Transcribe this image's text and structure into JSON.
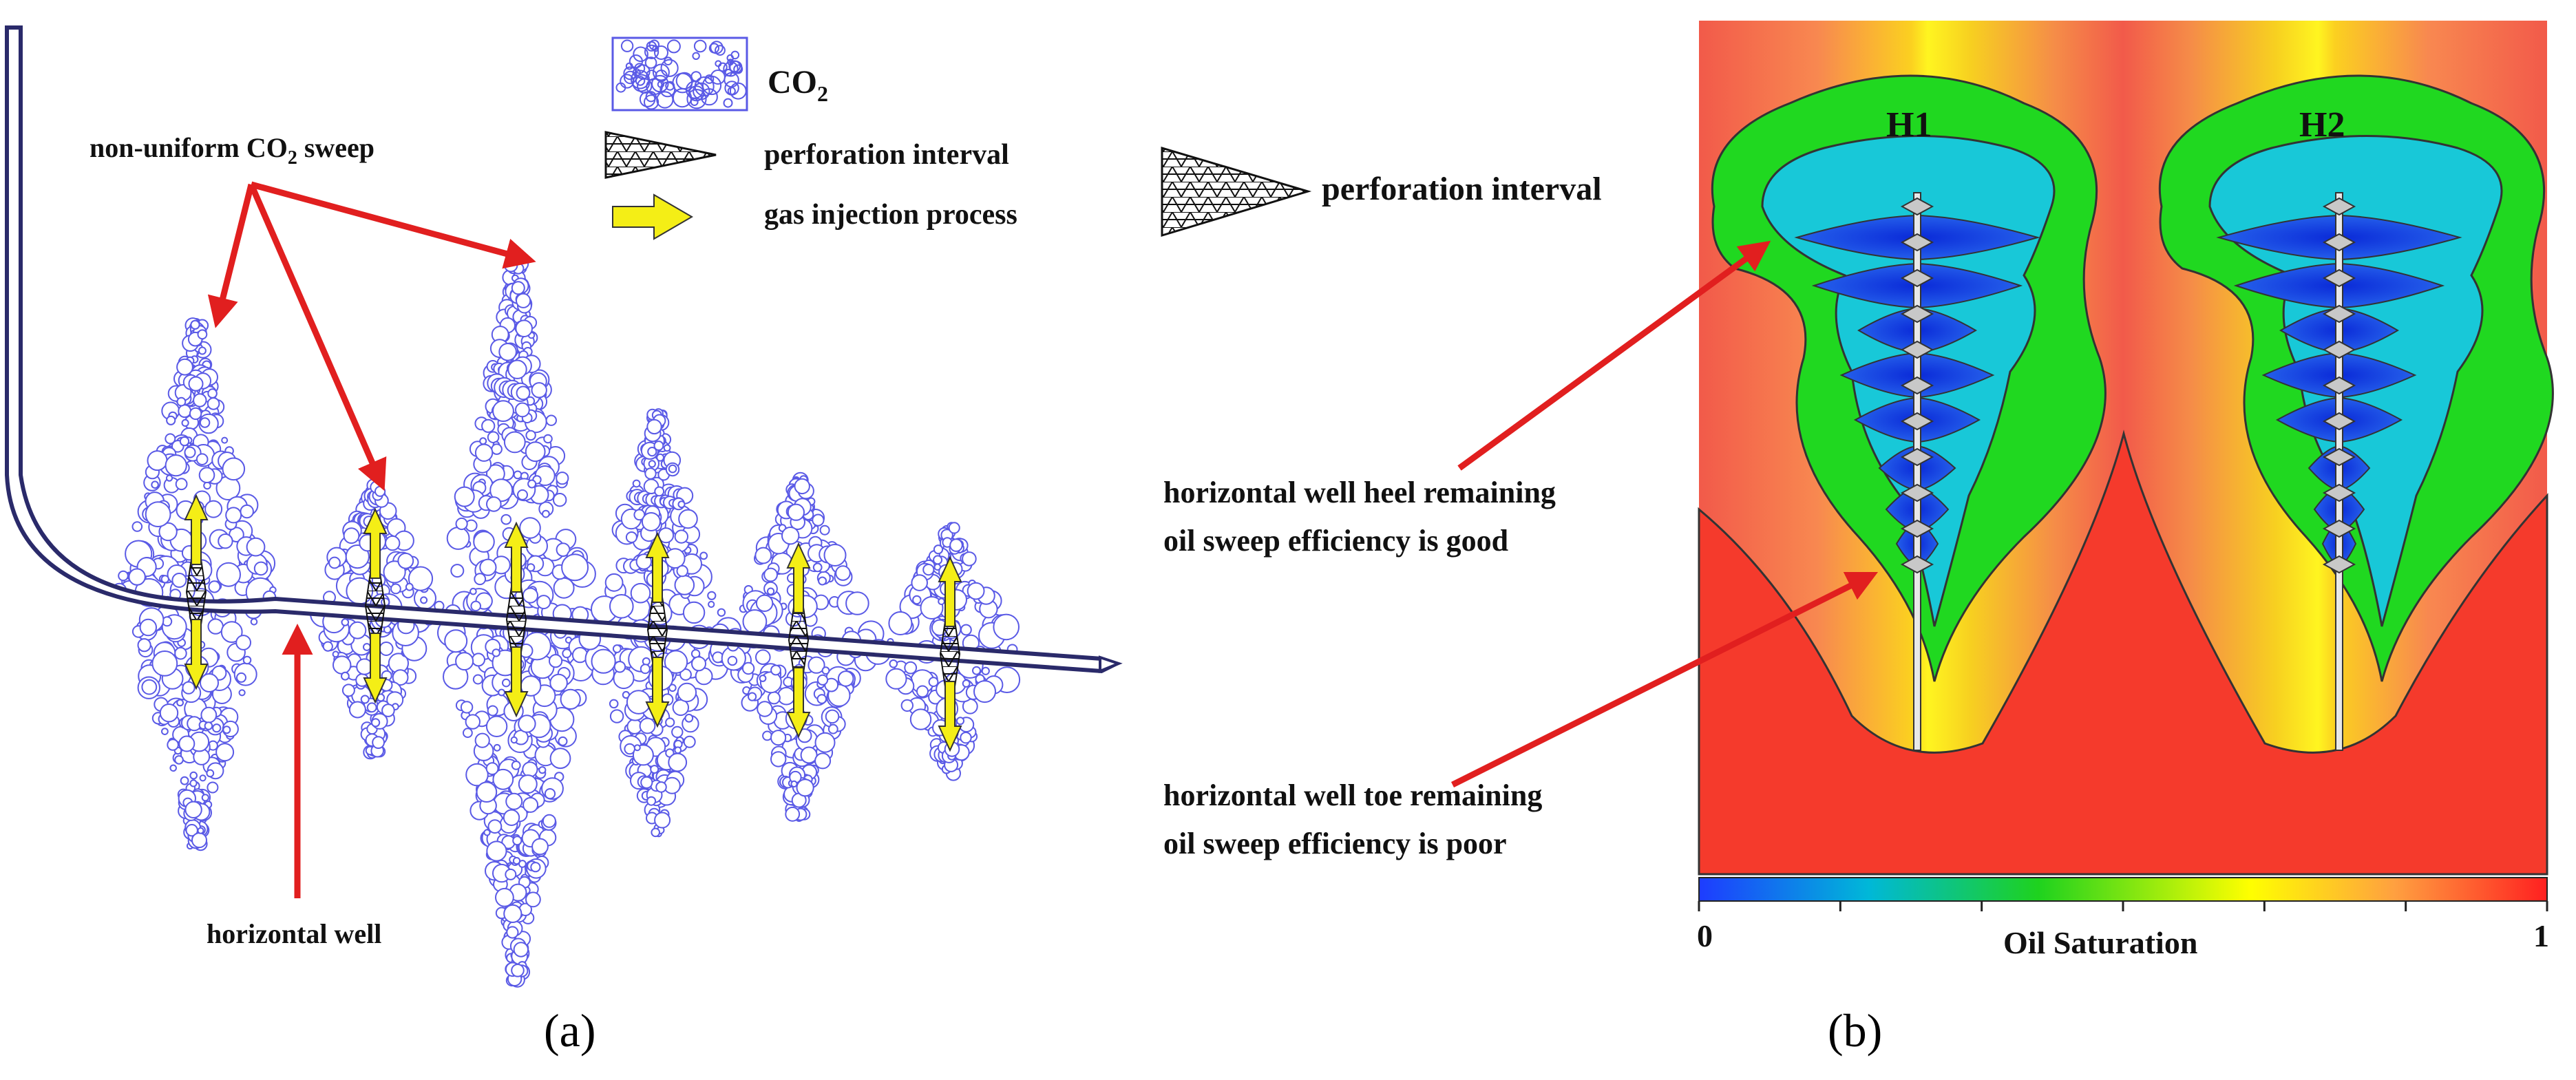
{
  "panel_a": {
    "caption": "(a)",
    "legend": {
      "co2": {
        "text": "CO",
        "sub": "2"
      },
      "perforation": "perforation interval",
      "injection": "gas injection process"
    },
    "sweep_label": {
      "before": "non-uniform  CO",
      "sub": "2",
      "after": " sweep"
    },
    "well_label": "horizontal well"
  },
  "panel_b": {
    "caption": "(b)",
    "perforation_legend": "perforation interval",
    "well_names": [
      "H1",
      "H2"
    ],
    "heel_text": [
      "horizontal well heel remaining",
      "oil sweep efficiency is good"
    ],
    "toe_text": [
      "horizontal well toe remaining",
      "oil sweep efficiency is poor"
    ],
    "colorbar": {
      "title": "Oil Saturation",
      "min": "0",
      "max": "1"
    }
  },
  "colors": {
    "bubble": "#5a5ae6",
    "well": "#2a2a6a",
    "arrow": "#e11f1f",
    "injection": "#f4ee16"
  }
}
